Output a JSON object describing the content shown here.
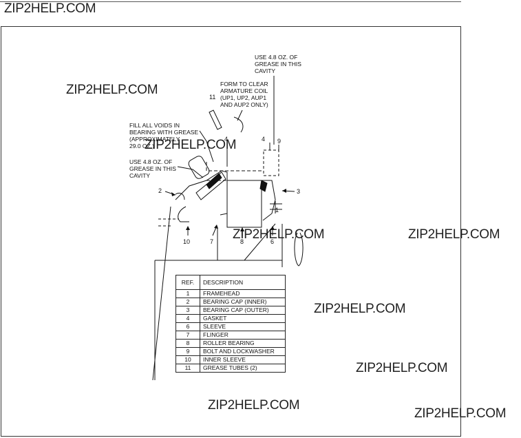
{
  "watermark": "ZIP2HELP.COM",
  "notes": {
    "grease_cavity_top": "USE 4.8 OZ. OF\nGREASE IN THIS\nCAVITY",
    "form_coil": "FORM TO CLEAR\nARMATURE COIL\n(UP1, UP2, AUP1\nAND AUP2 ONLY)",
    "fill_voids": "FILL ALL VOIDS IN\nBEARING WITH GREASE\n(APPROXIMATELY\n29.0 OZ.)",
    "grease_cavity_left": "USE 4.8 OZ. OF\nGREASE IN THIS\nCAVITY"
  },
  "tags": {
    "t11": "11",
    "t4a": "4",
    "t4b": "4",
    "t9": "9",
    "t2": "2",
    "t3": "3",
    "t10": "10",
    "t7": "7",
    "t8": "8",
    "t6": "6",
    "t1": "1"
  },
  "legend": {
    "header_ref": "REF.",
    "header_desc": "DESCRIPTION",
    "rows": [
      {
        "ref": "1",
        "desc": "FRAMEHEAD"
      },
      {
        "ref": "2",
        "desc": "BEARING CAP (INNER)"
      },
      {
        "ref": "3",
        "desc": "BEARING CAP (OUTER)"
      },
      {
        "ref": "4",
        "desc": "GASKET"
      },
      {
        "ref": "6",
        "desc": "SLEEVE"
      },
      {
        "ref": "7",
        "desc": "FLINGER"
      },
      {
        "ref": "8",
        "desc": "ROLLER BEARING"
      },
      {
        "ref": "9",
        "desc": "BOLT AND LOCKWASHER"
      },
      {
        "ref": "10",
        "desc": "INNER SLEEVE"
      },
      {
        "ref": "11",
        "desc": "GREASE TUBES (2)"
      }
    ]
  }
}
